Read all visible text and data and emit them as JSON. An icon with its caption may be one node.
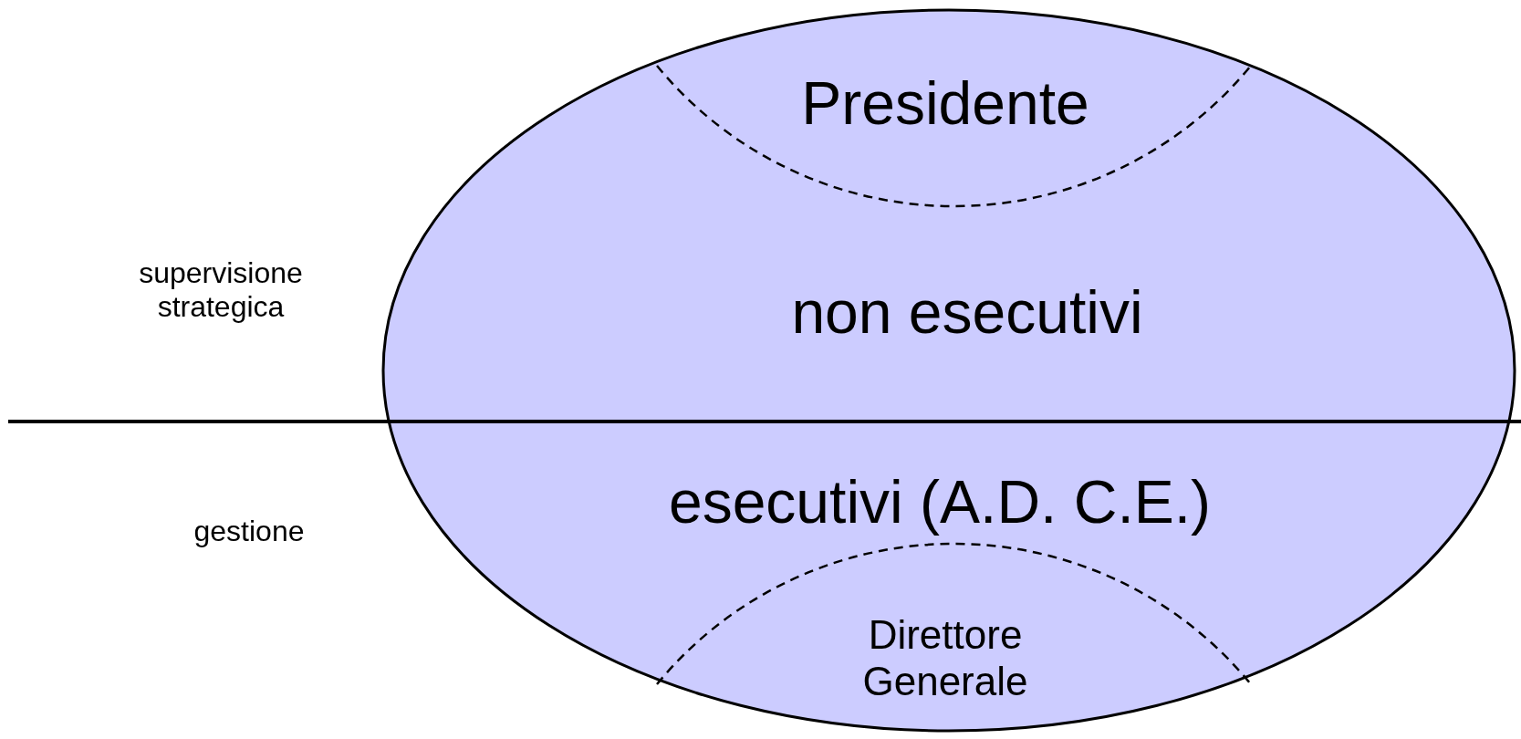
{
  "diagram": {
    "nodes": [
      {
        "text": [],
        "shape": "ellipse"
      },
      {
        "text": [
          "Presidente"
        ],
        "in": 0
      },
      {
        "text": [
          "non esecutivi"
        ],
        "in": 0
      },
      {
        "text": [
          "esecutivi (A.D. C.E.)"
        ],
        "in": 0
      },
      {
        "text": [
          "Direttore Generale"
        ],
        "in": 0
      }
    ],
    "labels": [
      "supervisione strategica",
      "gestione"
    ]
  }
}
